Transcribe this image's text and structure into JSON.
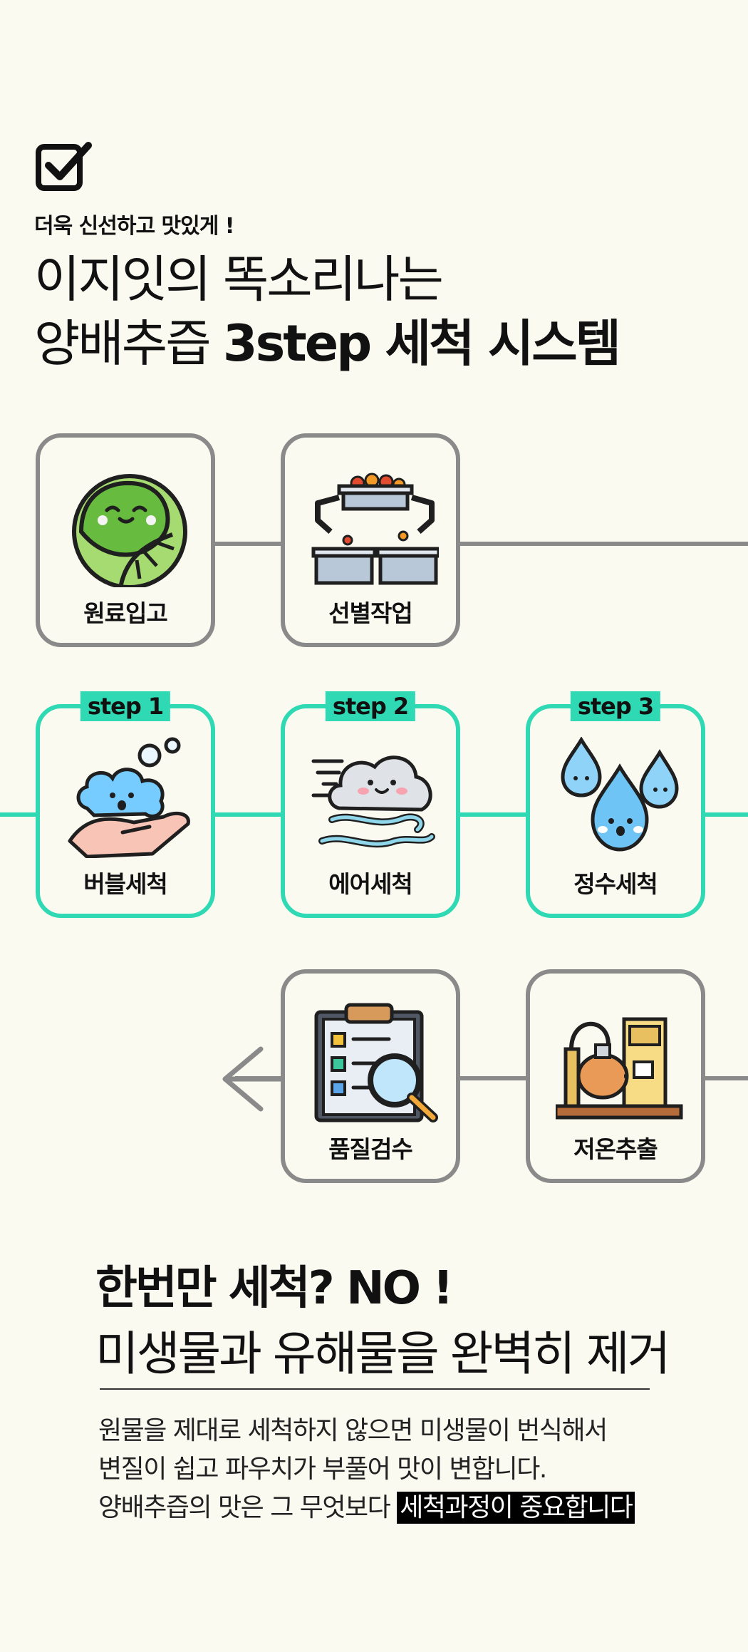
{
  "header": {
    "subtitle": "더욱 신선하고 맛있게 !",
    "title_line1": "이지잇의 똑소리나는",
    "title_line2_regular": "양배추즙 ",
    "title_line2_bold": "3step 세척 시스템"
  },
  "process": {
    "row1": [
      {
        "label": "원료입고",
        "icon": "cabbage-icon"
      },
      {
        "label": "선별작업",
        "icon": "sorting-machine-icon"
      }
    ],
    "row2": [
      {
        "step": "step 1",
        "label": "버블세척",
        "icon": "bubble-wash-icon"
      },
      {
        "step": "step 2",
        "label": "에어세척",
        "icon": "air-wash-icon"
      },
      {
        "step": "step 3",
        "label": "정수세척",
        "icon": "water-drops-icon"
      }
    ],
    "row3": [
      {
        "label": "품질검수",
        "icon": "clipboard-magnifier-icon"
      },
      {
        "label": "저온추출",
        "icon": "extraction-machine-icon"
      }
    ]
  },
  "colors": {
    "accent": "#2ed9b3",
    "line_gray": "#8a8a8a",
    "background": "#fafaf1"
  },
  "body": {
    "heading1": "한번만 세척? NO !",
    "heading2": "미생물과 유해물을 완벽히 제거",
    "para_line1": "원물을 제대로 세척하지 않으면 미생물이 번식해서",
    "para_line2": "변질이 쉽고 파우치가 부풀어 맛이 변합니다.",
    "para_line3_plain": "양배추즙의 맛은 그 무엇보다 ",
    "para_line3_highlight": "세척과정이 중요합니다"
  }
}
